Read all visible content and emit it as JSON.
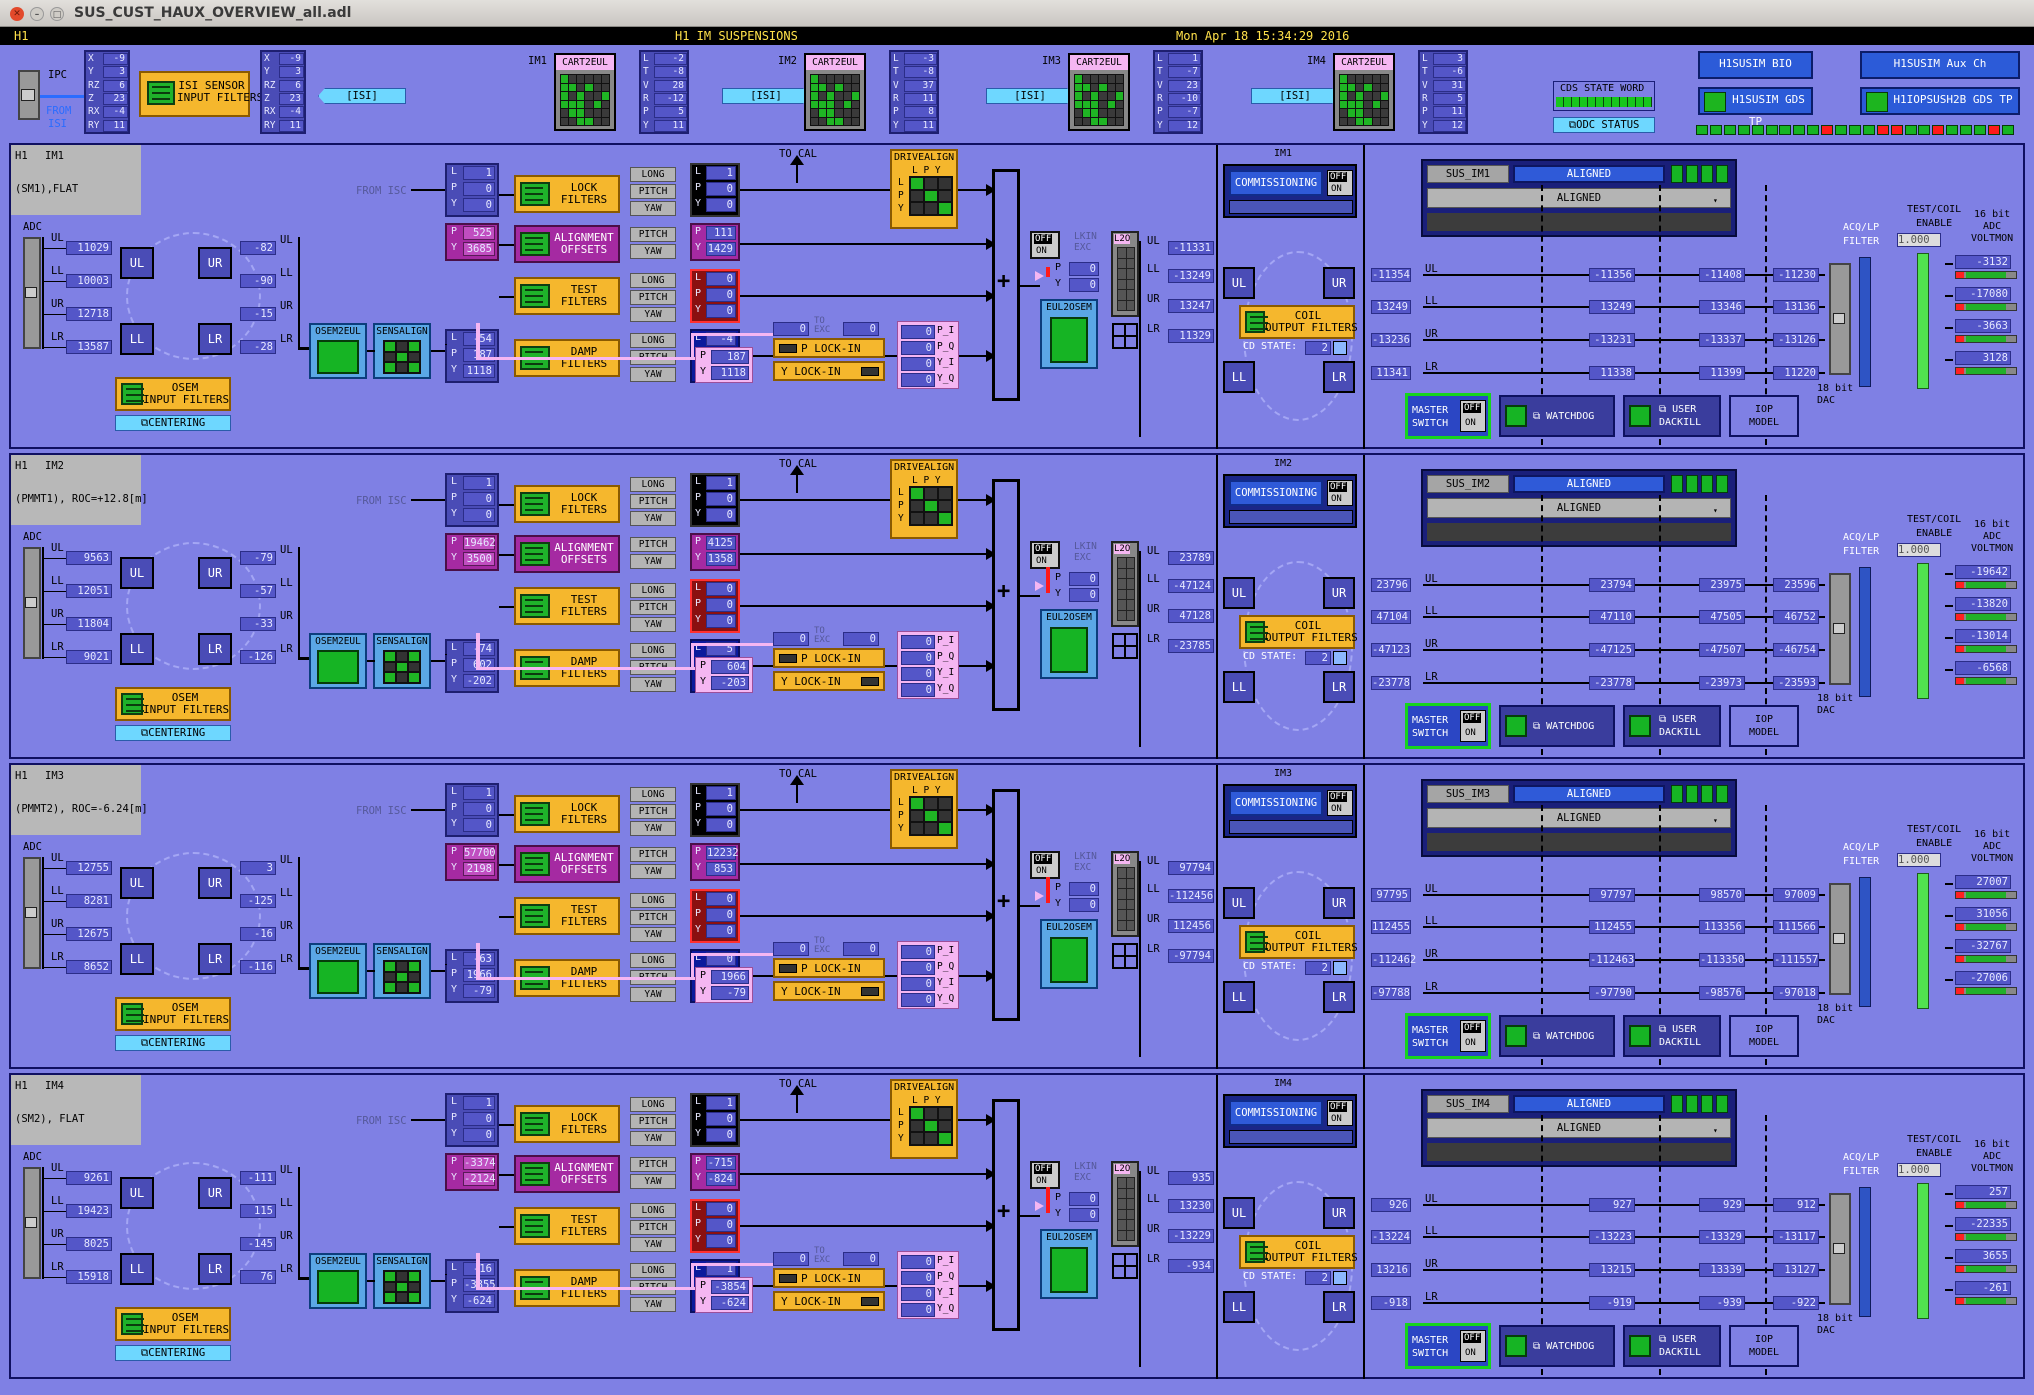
{
  "window": {
    "title": "SUS_CUST_HAUX_OVERVIEW_all.adl"
  },
  "header": {
    "site": "H1",
    "system": "H1 IM SUSPENSIONS",
    "timestamp": "Mon Apr 18 15:34:29 2016"
  },
  "colors": {
    "background": "#7f80e4",
    "header": "#000000",
    "header_text": "#ffe14a",
    "filter": "#f5b72d",
    "offset": "#a52aa2",
    "indicator_green": "#16b424",
    "indicator_red": "#ff1a1a"
  },
  "top": {
    "ipc": {
      "label": "IPC",
      "from": "FROM",
      "isi": "ISI"
    },
    "isi_in": {
      "labels": [
        "X",
        "Y",
        "RZ",
        "Z",
        "RX",
        "RY"
      ],
      "values": [
        "-9",
        "3",
        "6",
        "23",
        "-4",
        "11"
      ]
    },
    "isi_sensor_filters": "ISI SENSOR\nINPUT FILTERS",
    "isi_out": {
      "labels": [
        "X",
        "Y",
        "RZ",
        "Z",
        "RX",
        "RY"
      ],
      "values": [
        "-9",
        "3",
        "6",
        "23",
        "-4",
        "11"
      ]
    },
    "isi_tag": "[ISI]",
    "cart2eul": "CART2EUL",
    "stages": [
      {
        "name": "IM1",
        "labels": [
          "L",
          "T",
          "V",
          "R",
          "P",
          "Y"
        ],
        "values": [
          "-2",
          "-8",
          "28",
          "-12",
          "5",
          "11"
        ]
      },
      {
        "name": "IM2",
        "labels": [
          "L",
          "T",
          "V",
          "R",
          "P",
          "Y"
        ],
        "values": [
          "-3",
          "-8",
          "37",
          "11",
          "8",
          "11"
        ]
      },
      {
        "name": "IM3",
        "labels": [
          "L",
          "T",
          "V",
          "R",
          "P",
          "Y"
        ],
        "values": [
          "1",
          "-7",
          "23",
          "-10",
          "-7",
          "12"
        ]
      },
      {
        "name": "IM4",
        "labels": [
          "L",
          "T",
          "V",
          "R",
          "P",
          "Y"
        ],
        "values": [
          "3",
          "-6",
          "31",
          "5",
          "11",
          "12"
        ]
      }
    ],
    "cds_state_word": "CDS STATE WORD",
    "odc_status": "⧉ODC STATUS",
    "bio": "H1SUSIM BIO",
    "aux": "H1SUSIM Aux Ch",
    "gds": "H1SUSIM GDS TP",
    "iop": "H1IOPSUSH2B GDS TP"
  },
  "common": {
    "adc": "ADC",
    "dac": "18 bit\nDAC",
    "from_isc": "FROM ISC",
    "to_cal": "TO CAL",
    "osem": [
      "UL",
      "LL",
      "UR",
      "LR"
    ],
    "lpy": [
      "L",
      "P",
      "Y"
    ],
    "py": [
      "P",
      "Y"
    ],
    "lpy_words": [
      "LONG",
      "PITCH",
      "YAW"
    ],
    "lock": "LOCK\nFILTERS",
    "align": "ALIGNMENT\nOFFSETS",
    "test": "TEST\nFILTERS",
    "damp": "DAMP\nFILTERS",
    "osem_filters": "OSEM\nINPUT FILTERS",
    "centering": "⧉CENTERING",
    "osem2eul": "OSEM2EUL",
    "sensalign": "SENSALIGN",
    "eul2osem": "EUL2OSEM",
    "l2o": "L2O",
    "drivealign": "DRIVEALIGN",
    "drive_cols": "L P Y",
    "lkin": "LKIN\nEXC",
    "to_exc": "TO\nEXC",
    "p_lockin": "P LOCK-IN",
    "y_lockin": "Y LOCK-IN",
    "lockin_out": [
      "P_I",
      "P_Q",
      "Y_I",
      "Y_Q"
    ],
    "commissioning": "COMMISSIONING",
    "off": "OFF",
    "on": "ON",
    "coil_filters": "COIL\nOUTPUT FILTERS",
    "cd_state": "CD STATE:",
    "test_coil": "TEST/COIL\nENABLE",
    "adc16": "16 bit\nADC\nVOLTMON",
    "acq": "ACQ/LP\nFILTER",
    "filter_val": "1.000",
    "master": "MASTER\nSWITCH",
    "watchdog": "⧉ WATCHDOG",
    "user_dackill": "⧉ USER\nDACKILL",
    "iop_model": "IOP\nMODEL",
    "aligned": "ALIGNED",
    "aligned_sub": "ALIGNED"
  },
  "panels": [
    {
      "site": "H1",
      "name": "IM1",
      "desc": "(SM1),FLAT",
      "adc": [
        "11029",
        "10003",
        "12718",
        "13587"
      ],
      "osem_out": [
        "-82",
        "-90",
        "-15",
        "-28"
      ],
      "isc": [
        "1",
        "0",
        "0"
      ],
      "align": [
        "525",
        "3685"
      ],
      "test": [
        "0",
        "0",
        "0"
      ],
      "damp_in": [
        "-54",
        "187",
        "1118"
      ],
      "lock_out": [
        "1",
        "0",
        "0"
      ],
      "align_out": [
        "111",
        "1429"
      ],
      "test_out": [
        "0",
        "0",
        "0"
      ],
      "damp_out": [
        "-4",
        "0",
        "0"
      ],
      "to_exc": [
        "0",
        "0"
      ],
      "lockin_py": [
        "187",
        "1118"
      ],
      "lockin_out": [
        "0",
        "0",
        "0",
        "0"
      ],
      "lkin": [
        "0",
        "0"
      ],
      "eul": [
        "-11331",
        "-13249",
        "13247",
        "11329"
      ],
      "cd_state": "2",
      "coil": [
        [
          "-11354",
          "-11356",
          "-11408",
          "-11230"
        ],
        [
          "13249",
          "13249",
          "13346",
          "13136"
        ],
        [
          "-13236",
          "-13231",
          "-13337",
          "-13126"
        ],
        [
          "11341",
          "11338",
          "11399",
          "11220"
        ]
      ],
      "dac_mon": [
        "-3132",
        "-17080",
        "-3663",
        "3128"
      ],
      "sus": "SUS_IM1"
    },
    {
      "site": "H1",
      "name": "IM2",
      "desc": "(PMMT1), ROC=+12.8[m]",
      "adc": [
        "9563",
        "12051",
        "11804",
        "9021"
      ],
      "osem_out": [
        "-79",
        "-57",
        "-33",
        "-126"
      ],
      "isc": [
        "1",
        "0",
        "0"
      ],
      "align": [
        "19462",
        "3500"
      ],
      "test": [
        "0",
        "0",
        "0"
      ],
      "damp_in": [
        "-74",
        "602",
        "-202"
      ],
      "lock_out": [
        "1",
        "0",
        "0"
      ],
      "align_out": [
        "4125",
        "1358"
      ],
      "test_out": [
        "0",
        "0",
        "0"
      ],
      "damp_out": [
        "5",
        "0",
        "0"
      ],
      "to_exc": [
        "0",
        "0"
      ],
      "lockin_py": [
        "604",
        "-203"
      ],
      "lockin_out": [
        "0",
        "0",
        "0",
        "0"
      ],
      "lkin": [
        "0",
        "0"
      ],
      "eul": [
        "23789",
        "-47124",
        "47128",
        "-23785"
      ],
      "cd_state": "2",
      "coil": [
        [
          "23796",
          "23794",
          "23975",
          "23596"
        ],
        [
          "47104",
          "47110",
          "47505",
          "46752"
        ],
        [
          "-47123",
          "-47125",
          "-47507",
          "-46754"
        ],
        [
          "-23778",
          "-23778",
          "-23973",
          "-23593"
        ]
      ],
      "dac_mon": [
        "-19642",
        "-13820",
        "-13014",
        "-6568"
      ],
      "sus": "SUS_IM2"
    },
    {
      "site": "H1",
      "name": "IM3",
      "desc": "(PMMT2), ROC=-6.24[m]",
      "adc": [
        "12755",
        "8281",
        "12675",
        "8652"
      ],
      "osem_out": [
        "3",
        "-125",
        "-16",
        "-116"
      ],
      "isc": [
        "1",
        "0",
        "0"
      ],
      "align": [
        "57700",
        "2198"
      ],
      "test": [
        "0",
        "0",
        "0"
      ],
      "damp_in": [
        "-63",
        "1966",
        "-79"
      ],
      "lock_out": [
        "1",
        "0",
        "0"
      ],
      "align_out": [
        "12232",
        "853"
      ],
      "test_out": [
        "0",
        "0",
        "0"
      ],
      "damp_out": [
        "0",
        "0",
        "0"
      ],
      "to_exc": [
        "0",
        "0"
      ],
      "lockin_py": [
        "1966",
        "-79"
      ],
      "lockin_out": [
        "0",
        "0",
        "0",
        "0"
      ],
      "lkin": [
        "0",
        "0"
      ],
      "eul": [
        "97794",
        "-112456",
        "112456",
        "-97794"
      ],
      "cd_state": "2",
      "coil": [
        [
          "97795",
          "97797",
          "98570",
          "97009"
        ],
        [
          "112455",
          "112455",
          "113356",
          "111566"
        ],
        [
          "-112462",
          "-112463",
          "-113350",
          "-111557"
        ],
        [
          "-97788",
          "-97790",
          "-98576",
          "-97018"
        ]
      ],
      "dac_mon": [
        "27007",
        "31056",
        "-32767",
        "-27006"
      ],
      "sus": "SUS_IM3"
    },
    {
      "site": "H1",
      "name": "IM4",
      "desc": "(SM2), FLAT",
      "adc": [
        "9261",
        "19423",
        "8025",
        "15918"
      ],
      "osem_out": [
        "-111",
        "115",
        "-145",
        "76"
      ],
      "isc": [
        "1",
        "0",
        "0"
      ],
      "align": [
        "-3374",
        "-2124"
      ],
      "test": [
        "0",
        "0",
        "0"
      ],
      "damp_in": [
        "-16",
        "-3855",
        "-624"
      ],
      "lock_out": [
        "1",
        "0",
        "0"
      ],
      "align_out": [
        "-715",
        "-824"
      ],
      "test_out": [
        "0",
        "0",
        "0"
      ],
      "damp_out": [
        "1",
        "0",
        "0"
      ],
      "to_exc": [
        "0",
        "0"
      ],
      "lockin_py": [
        "-3854",
        "-624"
      ],
      "lockin_out": [
        "0",
        "0",
        "0",
        "0"
      ],
      "lkin": [
        "0",
        "0"
      ],
      "eul": [
        "935",
        "13230",
        "-13229",
        "-934"
      ],
      "cd_state": "2",
      "coil": [
        [
          "926",
          "927",
          "929",
          "912"
        ],
        [
          "-13224",
          "-13223",
          "-13329",
          "-13117"
        ],
        [
          "13216",
          "13215",
          "13339",
          "13127"
        ],
        [
          "-918",
          "-919",
          "-939",
          "-922"
        ]
      ],
      "dac_mon": [
        "257",
        "-22335",
        "3655",
        "-261"
      ],
      "sus": "SUS_IM4"
    }
  ]
}
